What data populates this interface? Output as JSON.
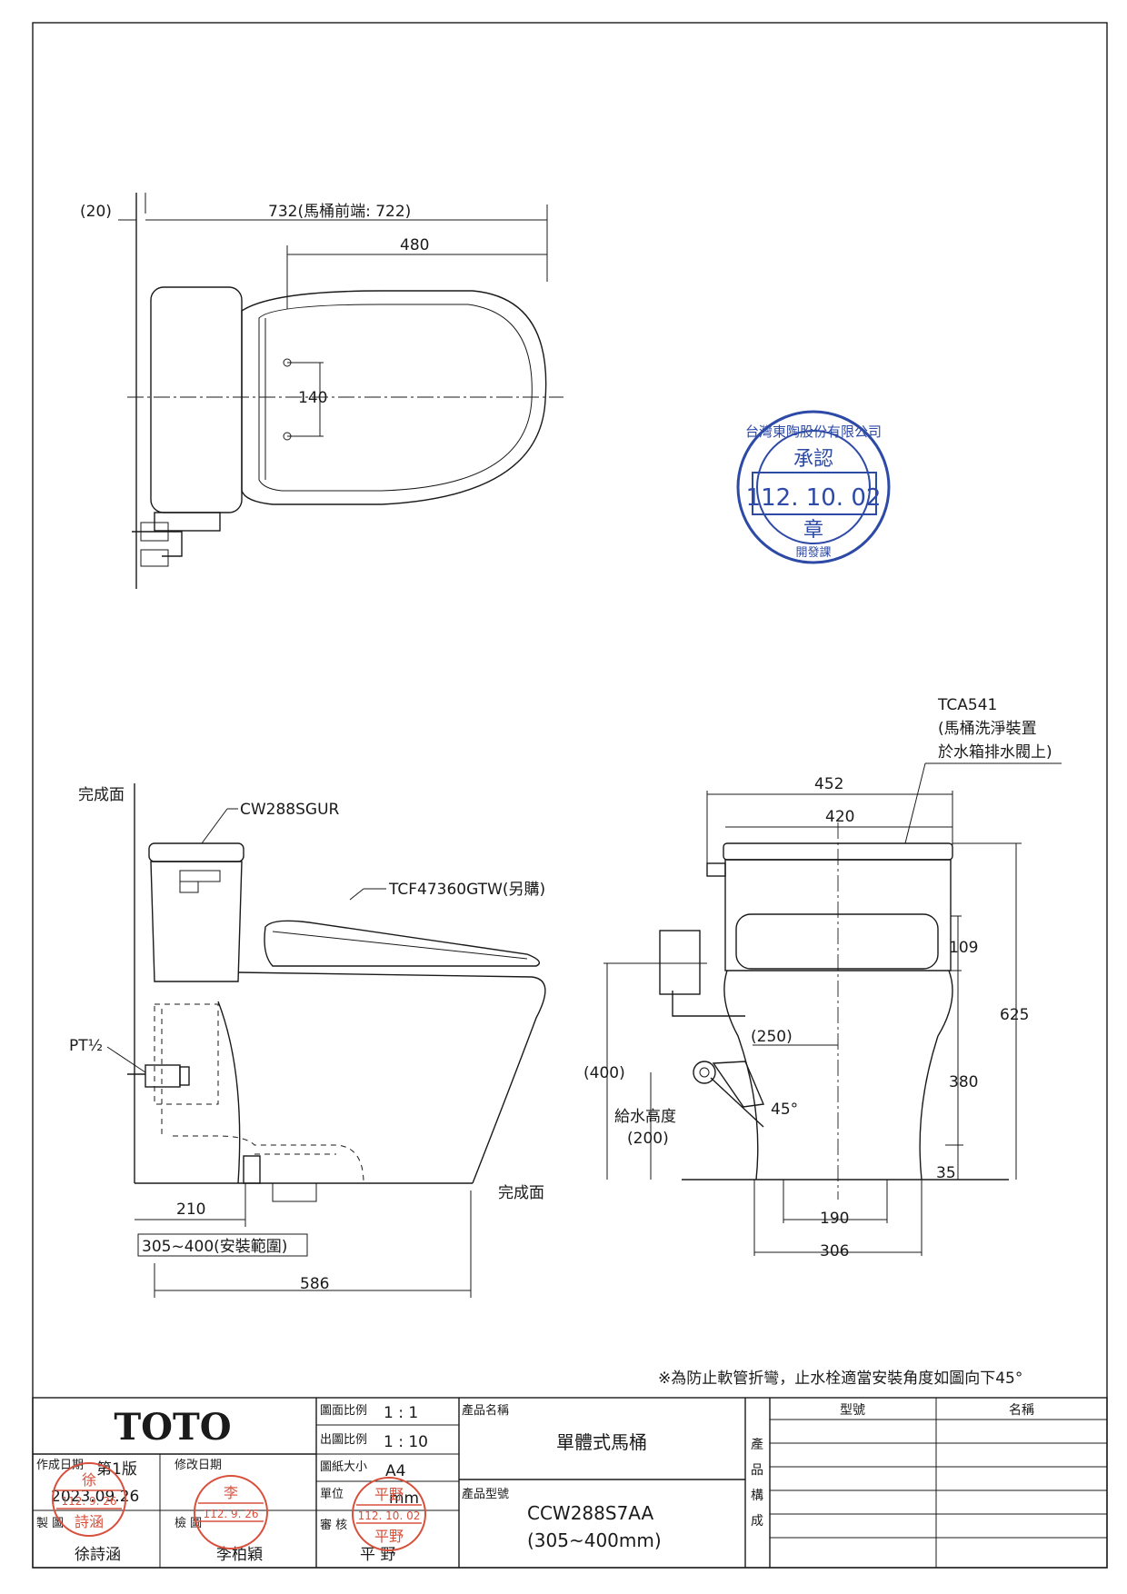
{
  "top_view": {
    "dim_setback": "(20)",
    "dim_overall": "732(馬桶前端: 722)",
    "dim_seat": "480",
    "dim_bolt": "140"
  },
  "approval_stamp": {
    "company": "台灣東陶股份有限公司",
    "word": "承認",
    "date": "112. 10. 02",
    "seal": "章",
    "dept": "開發課"
  },
  "side_view": {
    "finish_wall": "完成面",
    "tank_model": "CW288SGUR",
    "seat_model": "TCF47360GTW(另購)",
    "supply_thread": "PT½",
    "finish_floor": "完成面",
    "dim_210": "210",
    "dim_range": "305~400(安裝範圍)",
    "dim_586": "586"
  },
  "front_view": {
    "valve_model": "TCA541",
    "valve_note_1": "(馬桶洗淨裝置",
    "valve_note_2": "於水箱排水閥上)",
    "dim_452": "452",
    "dim_420": "420",
    "dim_109": "109",
    "dim_625": "625",
    "dim_250": "(250)",
    "dim_400": "(400)",
    "supply_height_label": "給水高度",
    "supply_height_val": "(200)",
    "angle": "45°",
    "dim_380": "380",
    "dim_35": "35",
    "dim_190": "190",
    "dim_306": "306"
  },
  "note": "※為防止軟管折彎，止水栓適當安裝角度如圖向下45°",
  "title_block": {
    "brand": "TOTO",
    "scale_label": "圖面比例",
    "scale_value": "1 : 1",
    "print_scale_label": "出圖比例",
    "print_scale_value": "1 : 10",
    "paper_label": "圖紙大小",
    "paper_value": "A4",
    "unit_label": "單位",
    "unit_value": "mm",
    "review_label": "審 核",
    "reviewer": "平 野",
    "created_label": "作成日期",
    "version": "第1版",
    "created_date": "2023.09.26",
    "modified_label": "修改日期",
    "drawn_label": "製 圖",
    "drawer": "徐詩涵",
    "checked_label": "檢 圖",
    "checker": "李柏穎",
    "product_name_label": "產品名稱",
    "product_name": "單體式馬桶",
    "product_model_label": "產品型號",
    "product_model": "CCW288S7AA",
    "product_model_range": "(305~400mm)",
    "composition_label": [
      "產",
      "品",
      "構",
      "成"
    ],
    "col_model": "型號",
    "col_name": "名稱",
    "stamp_drawer_top": "徐",
    "stamp_drawer_bottom": "詩涵",
    "stamp_checker": "李",
    "stamp_reviewer_top": "平野",
    "stamp_reviewer_bottom": "平野",
    "stamp_date_1": "112. 9. 26",
    "stamp_date_2": "112. 9. 26",
    "stamp_date_3": "112. 10. 02"
  }
}
